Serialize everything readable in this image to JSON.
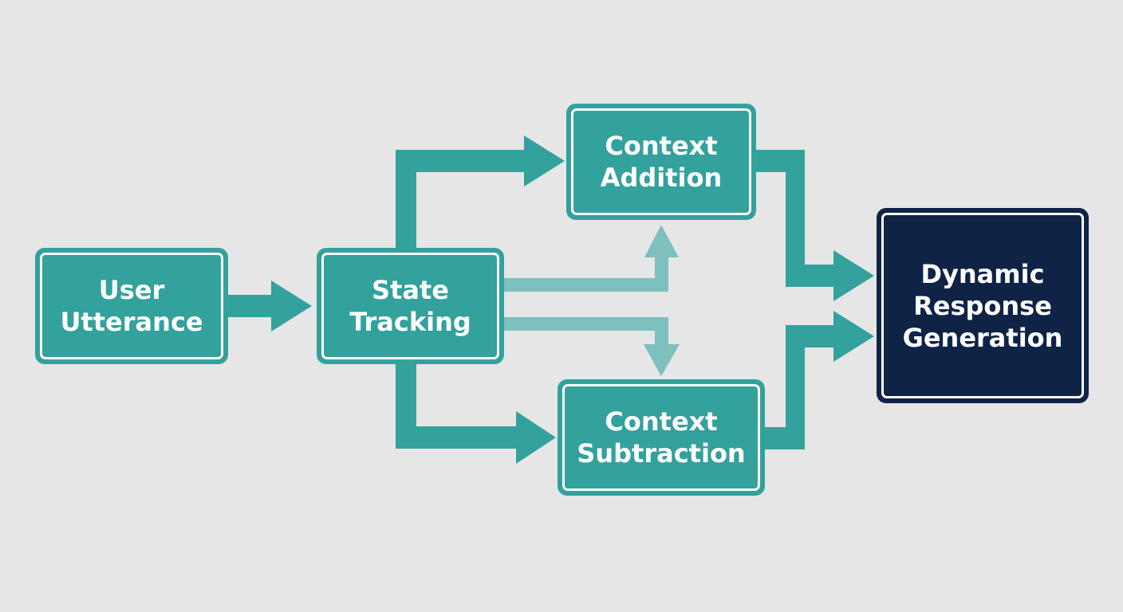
{
  "colors": {
    "background": "#e6e6e6",
    "teal": "#33a19c",
    "teal_light": "#7dc0be",
    "navy": "#0f2347",
    "white": "#ffffff"
  },
  "nodes": {
    "user_utterance": {
      "lines": [
        "User",
        "Utterance"
      ]
    },
    "state_tracking": {
      "lines": [
        "State",
        "Tracking"
      ]
    },
    "context_addition": {
      "lines": [
        "Context",
        "Addition"
      ]
    },
    "context_subtraction": {
      "lines": [
        "Context",
        "Subtraction"
      ]
    },
    "dynamic_response": {
      "lines": [
        "Dynamic",
        "Response",
        "Generation"
      ]
    }
  },
  "edges": [
    {
      "from": "user_utterance",
      "to": "state_tracking"
    },
    {
      "from": "state_tracking",
      "to": "context_addition"
    },
    {
      "from": "state_tracking",
      "to": "context_subtraction"
    },
    {
      "from": "state_tracking",
      "to": "context_addition",
      "style": "light"
    },
    {
      "from": "state_tracking",
      "to": "context_subtraction",
      "style": "light"
    },
    {
      "from": "context_addition",
      "to": "dynamic_response"
    },
    {
      "from": "context_subtraction",
      "to": "dynamic_response"
    }
  ]
}
